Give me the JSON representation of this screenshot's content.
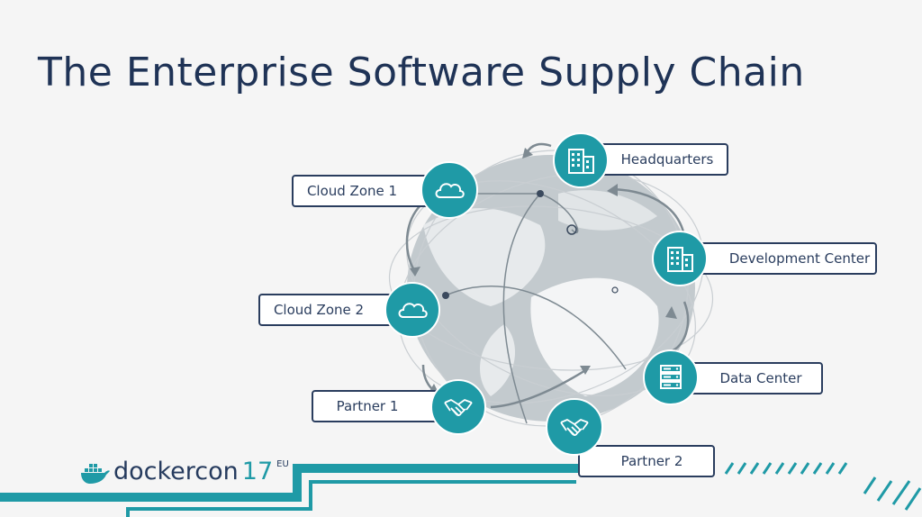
{
  "title": "The Enterprise Software Supply Chain",
  "nodes": {
    "headquarters": {
      "label": "Headquarters",
      "icon": "building-icon"
    },
    "cloud_zone_1": {
      "label": "Cloud Zone 1",
      "icon": "cloud-icon"
    },
    "development_center": {
      "label": "Development Center",
      "icon": "building-icon"
    },
    "cloud_zone_2": {
      "label": "Cloud Zone 2",
      "icon": "cloud-icon"
    },
    "data_center": {
      "label": "Data Center",
      "icon": "server-icon"
    },
    "partner_1": {
      "label": "Partner 1",
      "icon": "handshake-icon"
    },
    "partner_2": {
      "label": "Partner 2",
      "icon": "handshake-icon"
    }
  },
  "logo": {
    "text": "dockercon",
    "number": "17",
    "suffix": "EU"
  },
  "colors": {
    "accent": "#1f9aa6",
    "navy": "#1f3356",
    "globe": "#b9c1c7"
  }
}
